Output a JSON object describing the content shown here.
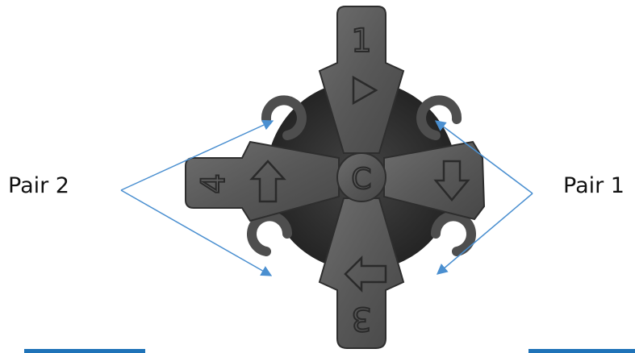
{
  "labels": {
    "pair2": "Pair 2",
    "pair1": "Pair 1"
  },
  "part_marks": {
    "top": "1",
    "left": "4",
    "bottom": "3",
    "center": "C"
  },
  "colors": {
    "part_body": "#5a5a5a",
    "part_edge": "#2e2e2e",
    "part_shadow": "#242424",
    "arrow_line": "#4a8fd0",
    "bar": "#1f73b8",
    "text": "#111111"
  }
}
